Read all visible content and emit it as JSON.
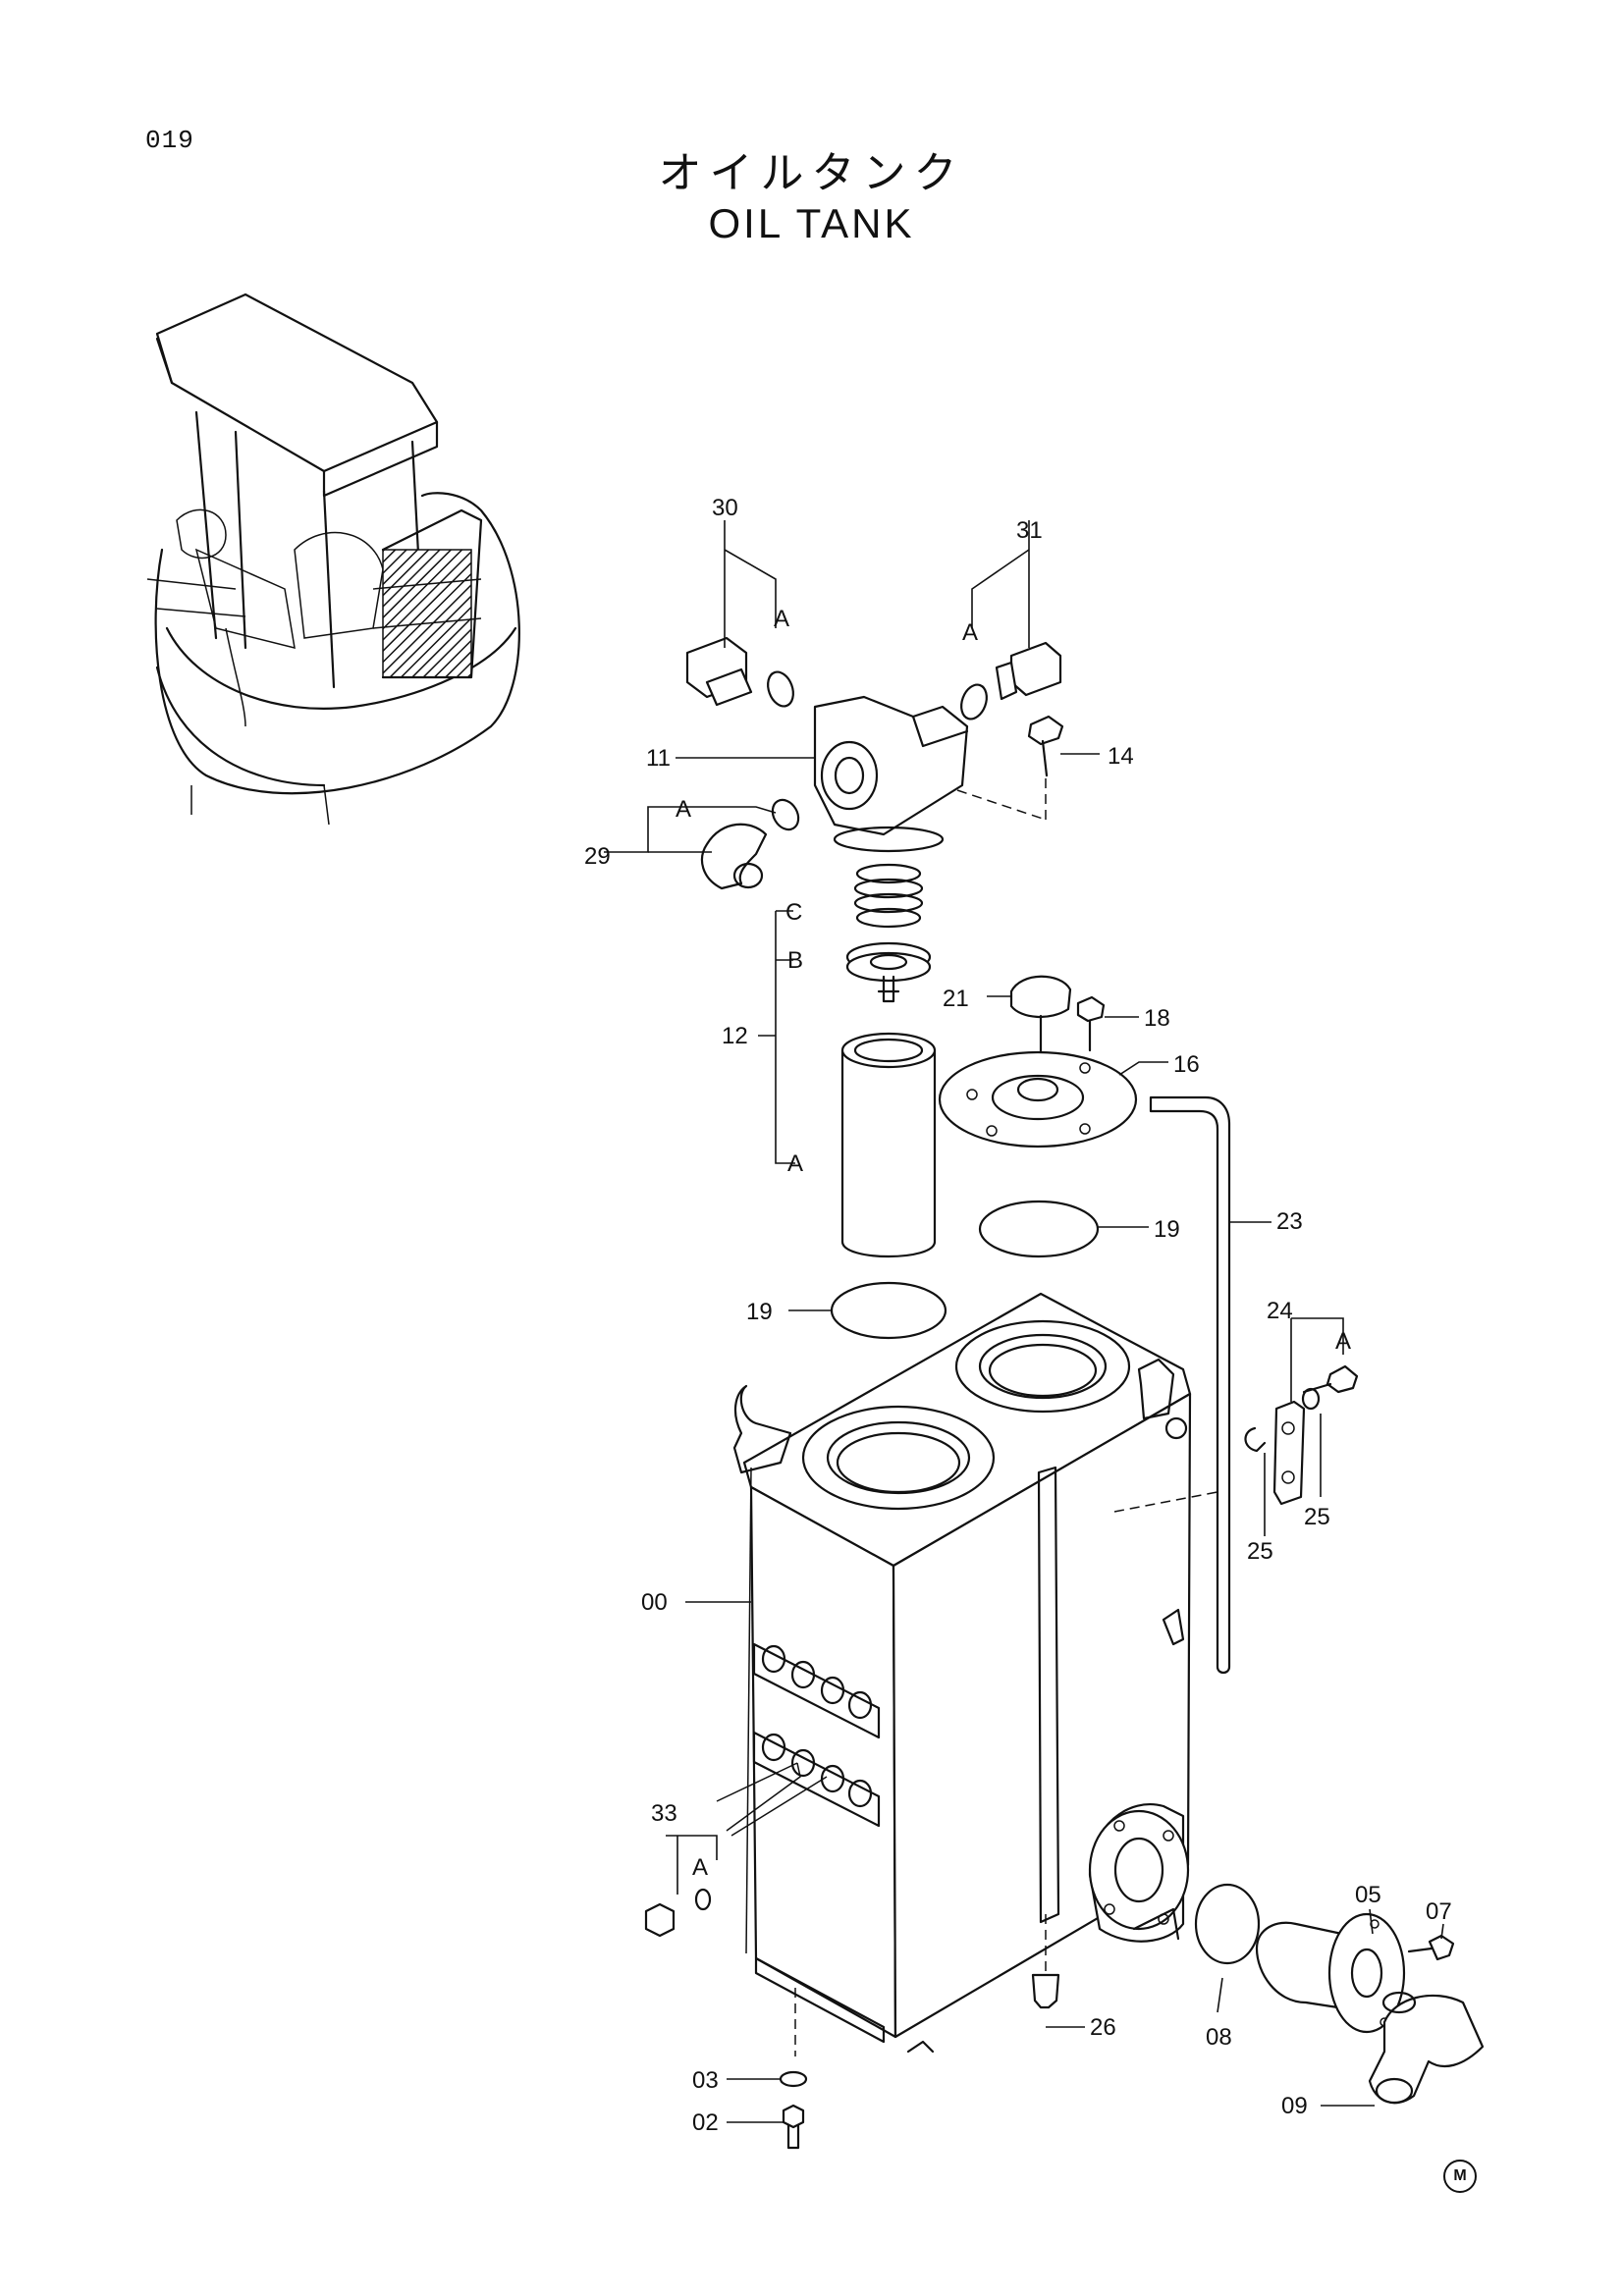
{
  "page_number": "019",
  "title_jp": "オイルタンク",
  "title_en": "OIL TANK",
  "corner_mark": "M",
  "callouts": {
    "p30": "30",
    "p31": "31",
    "p11": "11",
    "p14": "14",
    "p29": "29",
    "p12": "12",
    "p21": "21",
    "p18": "18",
    "p16": "16",
    "p23": "23",
    "p19a": "19",
    "p19b": "19",
    "p24": "24",
    "p25a": "25",
    "p25b": "25",
    "p00": "00",
    "p33": "33",
    "p05": "05",
    "p07": "07",
    "p08": "08",
    "p26": "26",
    "p03": "03",
    "p02": "02",
    "p09": "09"
  },
  "sub_labels": {
    "a30": "A",
    "a31": "A",
    "a29": "A",
    "c12": "C",
    "b12": "B",
    "a12": "A",
    "a24": "A",
    "a33": "A"
  }
}
